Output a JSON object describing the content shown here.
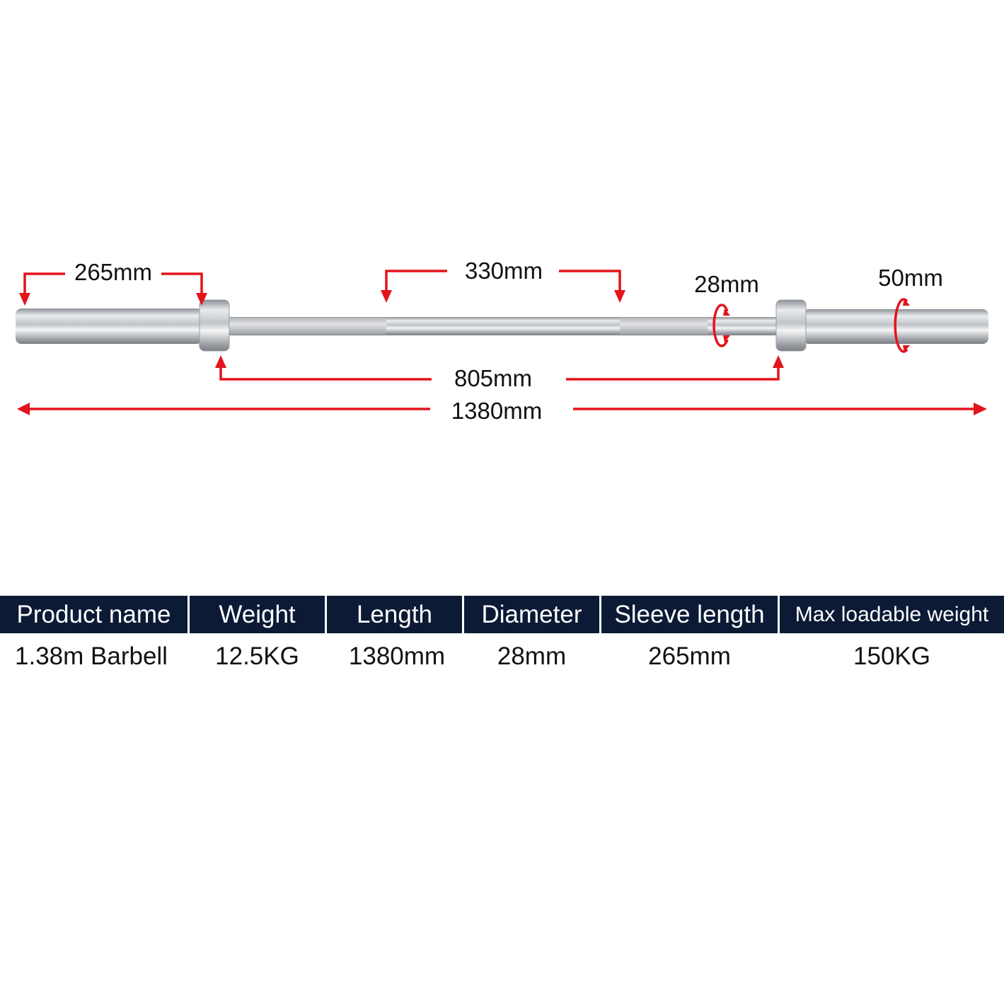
{
  "diagram": {
    "sleeve_length_label": "265mm",
    "knurl_gap_label": "330mm",
    "shaft_diameter_label": "28mm",
    "sleeve_diameter_label": "50mm",
    "inner_length_label": "805mm",
    "total_length_label": "1380mm",
    "arrow_color": "#e3141b"
  },
  "table": {
    "header_color": "#0c1a36",
    "headers": [
      "Product name",
      "Weight",
      "Length",
      "Diameter",
      "Sleeve length",
      "Max loadable weight"
    ],
    "rows": [
      [
        "1.38m Barbell",
        "12.5KG",
        "1380mm",
        "28mm",
        "265mm",
        "150KG"
      ]
    ]
  }
}
